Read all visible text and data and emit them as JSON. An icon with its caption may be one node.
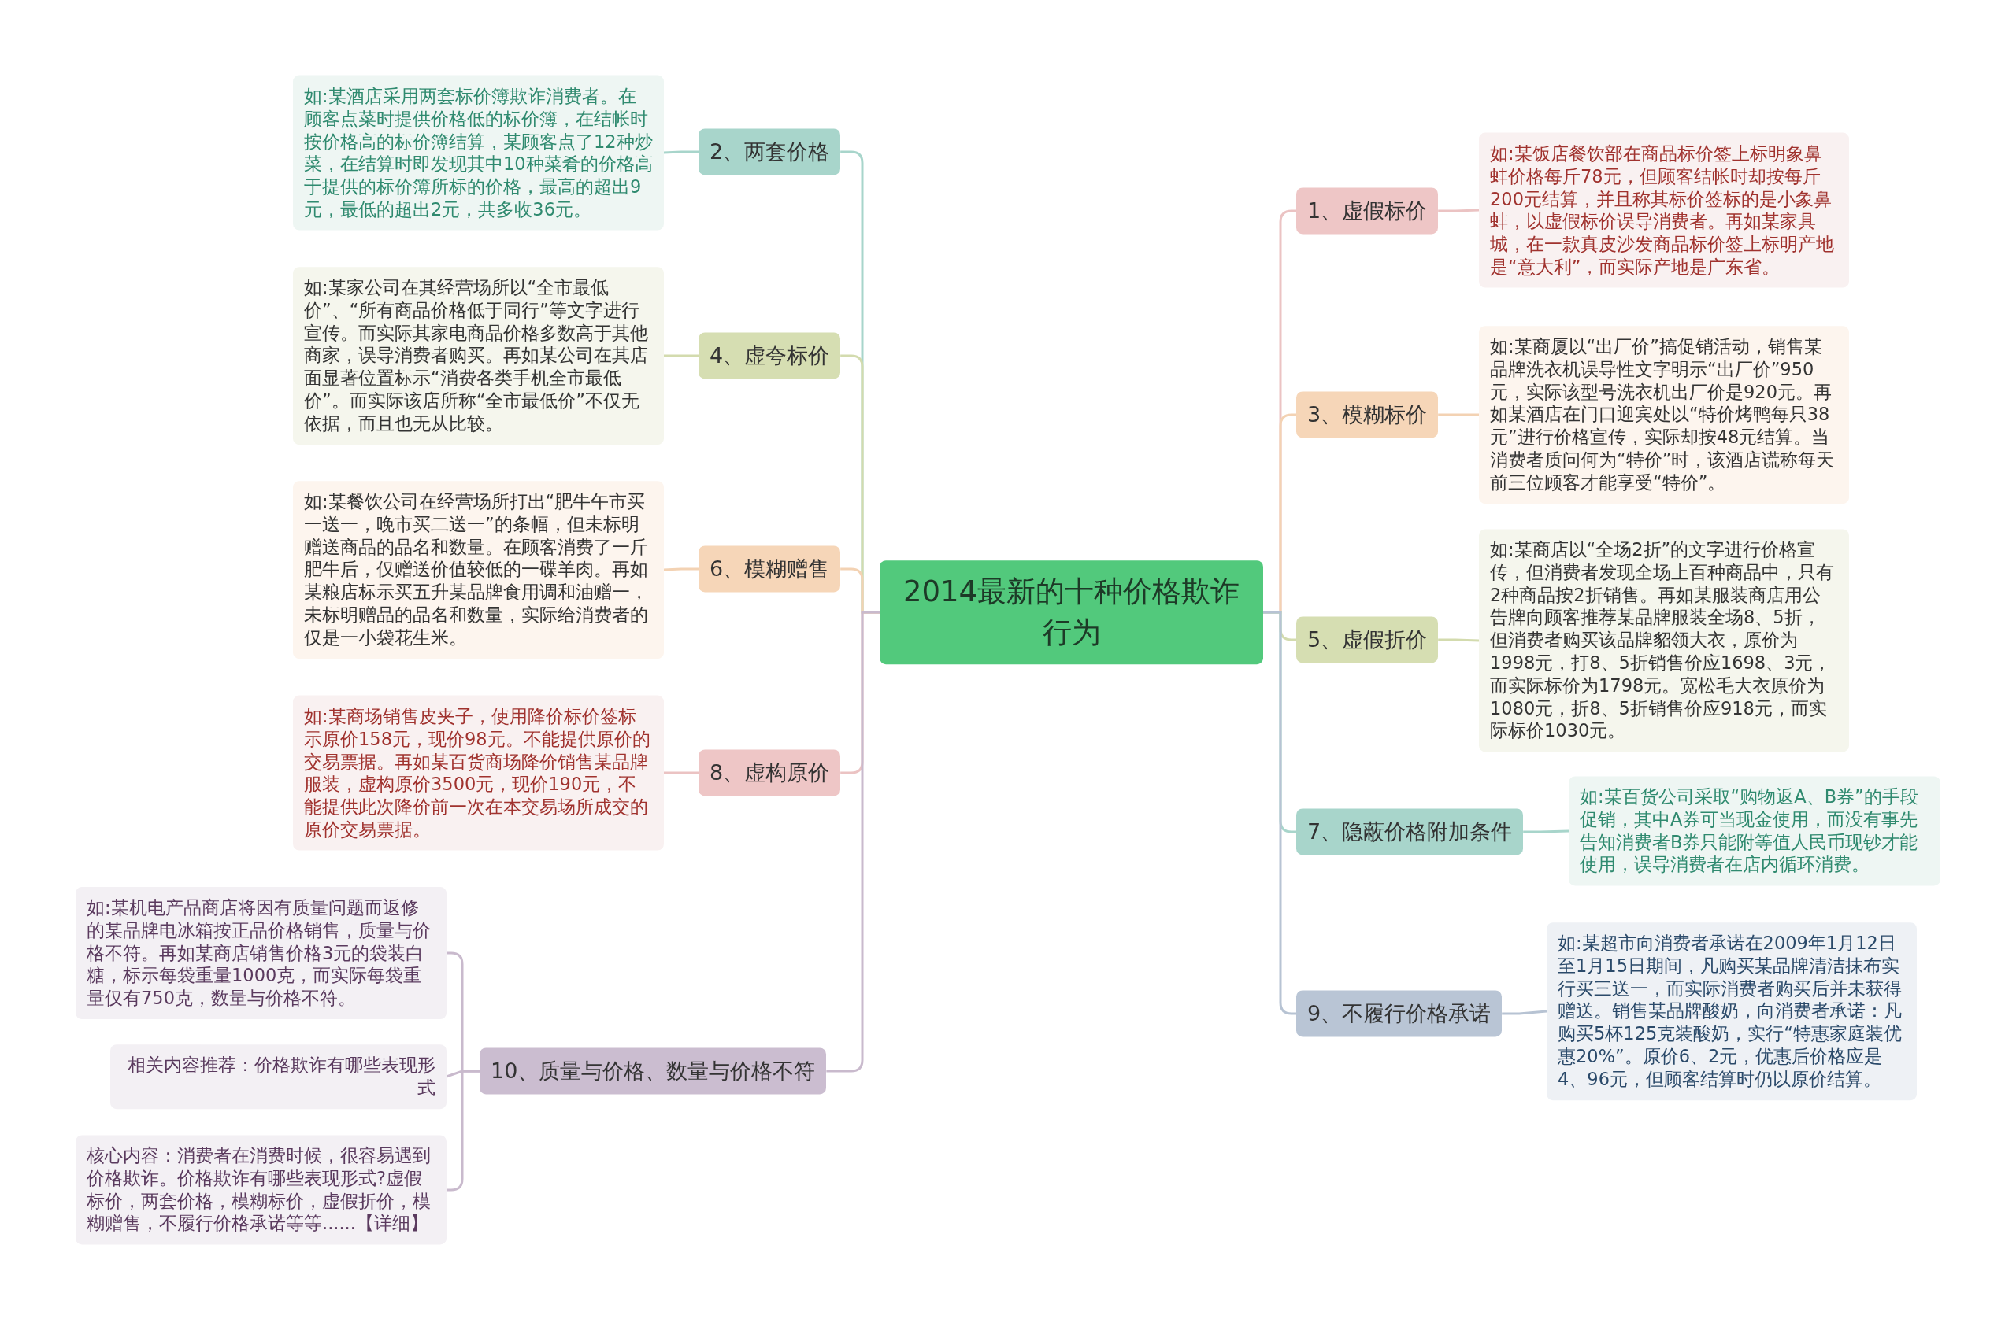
{
  "diagram": {
    "nodes": [
      {
        "text": [
          "2014最新的十种价格欺诈行为"
        ]
      },
      {
        "text": [
          "2、两套价格"
        ]
      },
      {
        "text": [
          "如:某酒店采用两套标价簿欺诈消费者。在顾客点菜时提供价格低的标价簿，在结帐时按价格高的标价簿结算，某顾客点了12种炒菜，在结算时即发现其中10种菜肴的价格高于提供的标价簿所标的价格，最高的超出9元，最低的超出2元，共多收36元。"
        ]
      },
      {
        "text": [
          "4、虚夸标价"
        ]
      },
      {
        "text": [
          "如:某家公司在其经营场所以“全市最低价”、“所有商品价格低于同行”等文字进行宣传。而实际其家电商品价格多数高于其他商家，误导消费者购买。再如某公司在其店面显著位置标示“消费各类手机全市最低价”。而实际该店所称“全市最低价”不仅无依据，而且也无从比较。"
        ]
      },
      {
        "text": [
          "6、模糊赠售"
        ]
      },
      {
        "text": [
          "如:某餐饮公司在经营场所打出“肥牛午市买一送一，晚市买二送一”的条幅，但未标明赠送商品的品名和数量。在顾客消费了一斤肥牛后，仅赠送价值较低的一碟羊肉。再如某粮店标示买五升某品牌食用调和油赠一，未标明赠品的品名和数量，实际给消费者的仅是一小袋花生米。"
        ]
      },
      {
        "text": [
          "8、虚构原价"
        ]
      },
      {
        "text": [
          "如:某商场销售皮夹子，使用降价标价签标示原价158元，现价98元。不能提供原价的交易票据。再如某百货商场降价销售某品牌服装，虚构原价3500元，现价190元，不能提供此次降价前一次在本交易场所成交的原价交易票据。"
        ]
      },
      {
        "text": [
          "10、质量与价格、数量与价格不符"
        ]
      },
      {
        "text": [
          "如:某机电产品商店将因有质量问题而返修的某品牌电冰箱按正品价格销售，质量与价格不符。再如某商店销售价格3元的袋装白糖，标示每袋重量1000克，而实际每袋重量仅有750克，数量与价格不符。"
        ]
      },
      {
        "text": [
          "相关内容推荐：价格欺诈有哪些表现形式"
        ]
      },
      {
        "text": [
          "核心内容：消费者在消费时候，很容易遇到价格欺诈。价格欺诈有哪些表现形式?虚假标价，两套价格，模糊标价，虚假折价，模糊赠售，不履行价格承诺等等......【详细】"
        ]
      },
      {
        "text": [
          "1、虚假标价"
        ]
      },
      {
        "text": [
          "如:某饭店餐饮部在商品标价签上标明象鼻蚌价格每斤78元，但顾客结帐时却按每斤200元结算，并且称其标价签标的是小象鼻蚌，以虚假标价误导消费者。再如某家具城，在一款真皮沙发商品标价签上标明产地是“意大利”，而实际产地是广东省。"
        ]
      },
      {
        "text": [
          "3、模糊标价"
        ]
      },
      {
        "text": [
          "如:某商厦以“出厂价”搞促销活动，销售某品牌洗衣机误导性文字明示“出厂价”950元，实际该型号洗衣机出厂价是920元。再如某酒店在门口迎宾处以“特价烤鸭每只38元”进行价格宣传，实际却按48元结算。当消费者质问何为“特价”时，该酒店谎称每天前三位顾客才能享受“特价”。"
        ]
      },
      {
        "text": [
          "5、虚假折价"
        ]
      },
      {
        "text": [
          "如:某商店以“全场2折”的文字进行价格宣传，但消费者发现全场上百种商品中，只有2种商品按2折销售。再如某服装商店用公告牌向顾客推荐某品牌服装全场8、5折，但消费者购买该品牌貂领大衣，原价为1998元，打8、5折销售价应1698、3元，而实际标价为1798元。宽松毛大衣原价为1080元，折8、5折销售价应918元，而实际标价1030元。"
        ]
      },
      {
        "text": [
          "7、隐蔽价格附加条件"
        ]
      },
      {
        "text": [
          "如:某百货公司采取“购物返A、B券”的手段促销，其中A券可当现金使用，而没有事先告知消费者B券只能附等值人民币现钞才能使用，误导消费者在店内循环消费。"
        ]
      },
      {
        "text": [
          "9、不履行价格承诺"
        ]
      },
      {
        "text": [
          "如:某超市向消费者承诺在2009年1月12日至1月15日期间，凡购买某品牌清洁抹布实行买三送一，而实际消费者购买后并未获得赠送。销售某品牌酸奶，向消费者承诺：凡购买5杯125克装酸奶，实行“特惠家庭装优惠20%”。原价6、2元，优惠后价格应是4、96元，但顾客结算时仍以原价结算。"
        ]
      }
    ],
    "edges": [
      {
        "from": 0,
        "to": 1,
        "arrow": "none",
        "color": "#a8d5cb"
      },
      {
        "from": 1,
        "to": 2,
        "arrow": "none",
        "color": "#a8d5cb"
      },
      {
        "from": 0,
        "to": 3,
        "arrow": "none",
        "color": "#d3dbae"
      },
      {
        "from": 3,
        "to": 4,
        "arrow": "none",
        "color": "#d3dbae"
      },
      {
        "from": 0,
        "to": 5,
        "arrow": "none",
        "color": "#f3d2b3"
      },
      {
        "from": 5,
        "to": 6,
        "arrow": "none",
        "color": "#f3d2b3"
      },
      {
        "from": 0,
        "to": 7,
        "arrow": "none",
        "color": "#ebc3c3"
      },
      {
        "from": 7,
        "to": 8,
        "arrow": "none",
        "color": "#ebc3c3"
      },
      {
        "from": 0,
        "to": 9,
        "arrow": "none",
        "color": "#c9bacd"
      },
      {
        "from": 9,
        "to": 10,
        "arrow": "none",
        "color": "#c9bacd"
      },
      {
        "from": 9,
        "to": 11,
        "arrow": "none",
        "color": "#c9bacd"
      },
      {
        "from": 9,
        "to": 12,
        "arrow": "none",
        "color": "#c9bacd"
      },
      {
        "from": 0,
        "to": 13,
        "arrow": "none",
        "color": "#ebc3c3"
      },
      {
        "from": 13,
        "to": 14,
        "arrow": "none",
        "color": "#ebc3c3"
      },
      {
        "from": 0,
        "to": 15,
        "arrow": "none",
        "color": "#f3d2b3"
      },
      {
        "from": 15,
        "to": 16,
        "arrow": "none",
        "color": "#f3d2b3"
      },
      {
        "from": 0,
        "to": 17,
        "arrow": "none",
        "color": "#d3dbae"
      },
      {
        "from": 17,
        "to": 18,
        "arrow": "none",
        "color": "#d3dbae"
      },
      {
        "from": 0,
        "to": 19,
        "arrow": "none",
        "color": "#a8d5cb"
      },
      {
        "from": 19,
        "to": 20,
        "arrow": "none",
        "color": "#a8d5cb"
      },
      {
        "from": 0,
        "to": 21,
        "arrow": "none",
        "color": "#b7c3d3"
      },
      {
        "from": 21,
        "to": 22,
        "arrow": "none",
        "color": "#b7c3d3"
      }
    ]
  }
}
